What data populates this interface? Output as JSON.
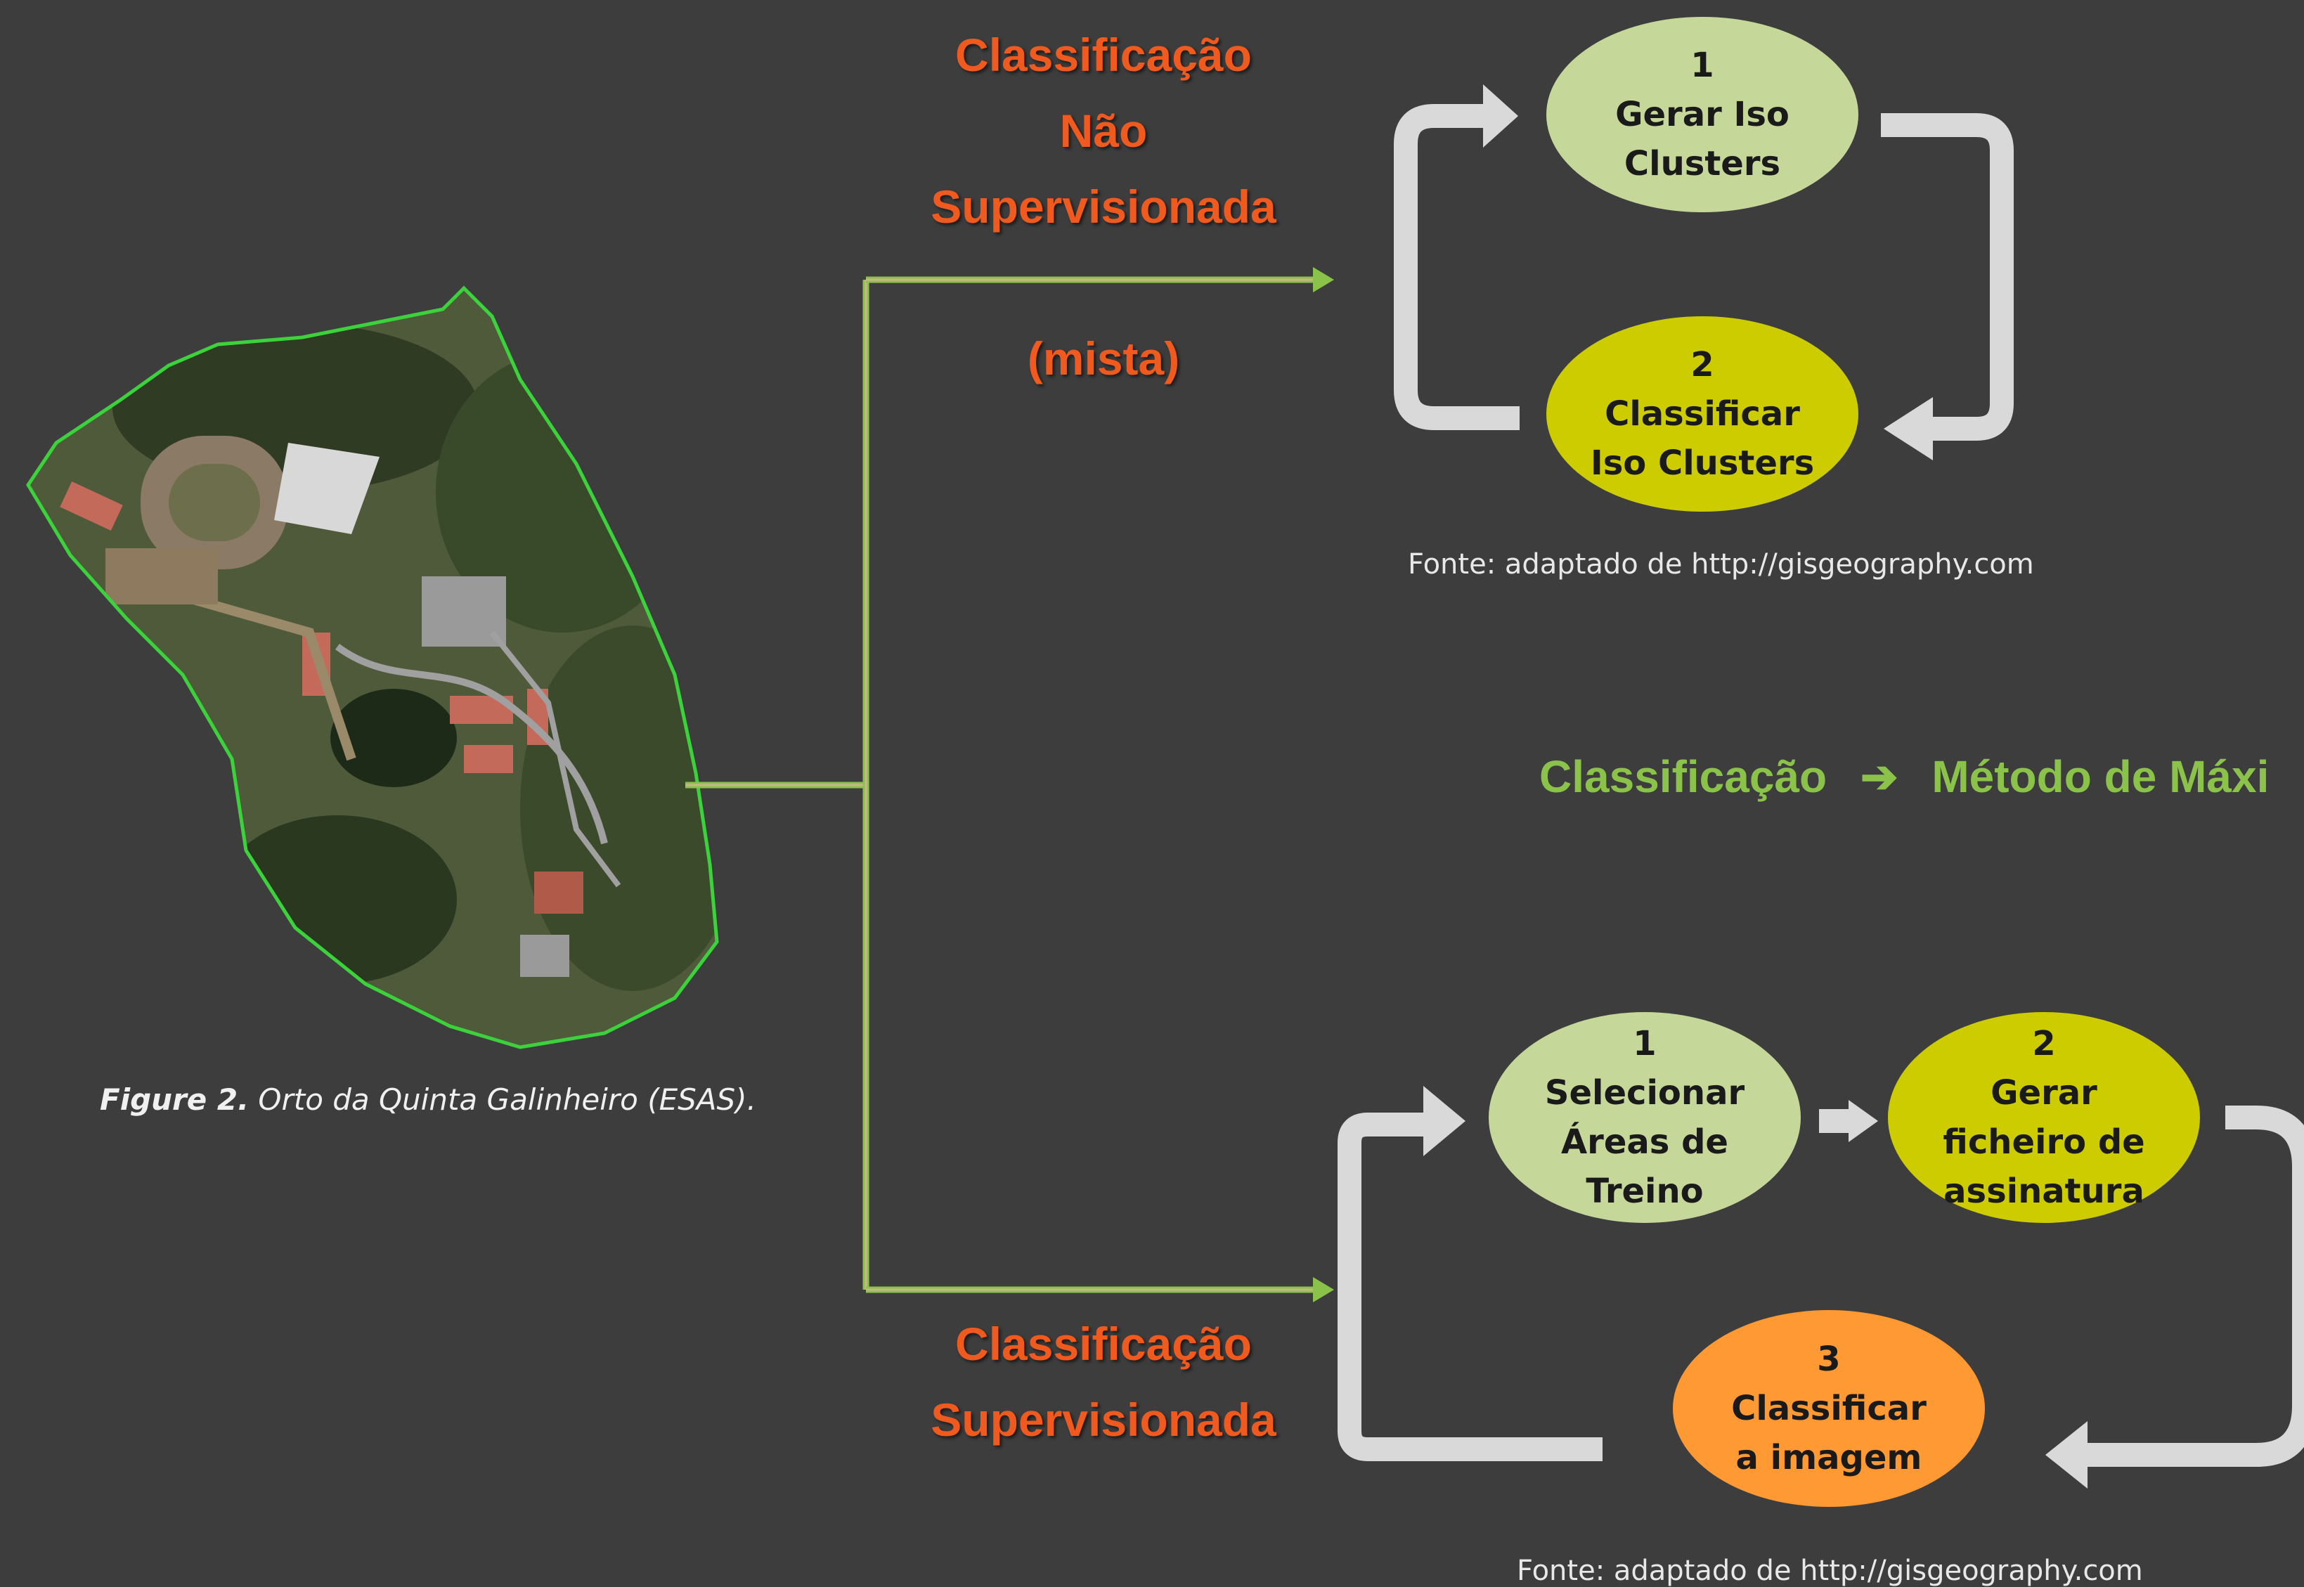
{
  "unsupervised": {
    "title_lines": [
      "Classificação",
      "Não",
      "Supervisionada"
    ],
    "subtitle": "(mista)",
    "nodes": [
      {
        "num": "1",
        "lines": [
          "Gerar Iso",
          "Clusters"
        ],
        "color": "#c5d89a"
      },
      {
        "num": "2",
        "lines": [
          "Classificar",
          "Iso Clusters"
        ],
        "color": "#cccc00"
      }
    ],
    "source": "Fonte: adaptado de http://gisgeography.com"
  },
  "method_heading": {
    "left": "Classificação",
    "arrow": "➔",
    "right": "Método de Máxi"
  },
  "supervised": {
    "title_lines": [
      "Classificação",
      "Supervisionada"
    ],
    "nodes": [
      {
        "num": "1",
        "lines": [
          "Selecionar",
          "Áreas de",
          "Treino"
        ],
        "color": "#c5d89a"
      },
      {
        "num": "2",
        "lines": [
          "Gerar",
          "ficheiro de",
          "assinatura"
        ],
        "color": "#cccc00"
      },
      {
        "num": "3",
        "lines": [
          "Classificar",
          "a imagem"
        ],
        "color": "#ff9933"
      }
    ],
    "source": "Fonte: adaptado de http://gisgeography.com"
  },
  "figure": {
    "caption_label": "Figure 2.",
    "caption_text": " Orto da Quinta Galinheiro (ESAS)."
  },
  "colors": {
    "background": "#3d3d3d",
    "title_red": "#f05a1e",
    "accent_green": "#8bc34a",
    "cycle_arrow": "#d9d9d9"
  }
}
